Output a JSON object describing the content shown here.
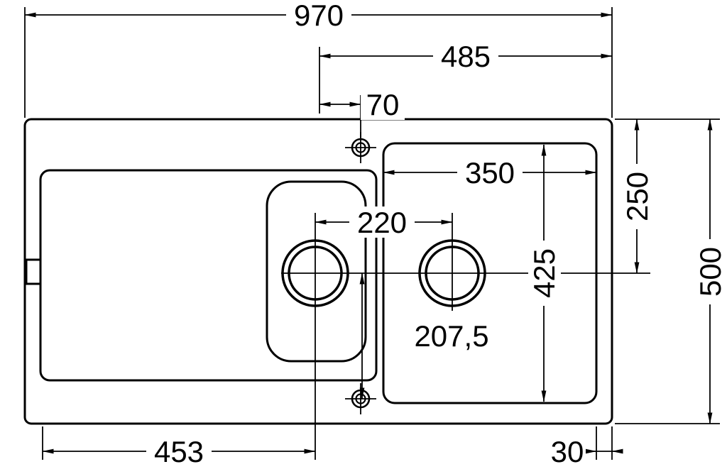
{
  "drawing": {
    "subject": "double-bowl sink with drainer, dimensioned top view",
    "background_color": "#ffffff",
    "line_color": "#000000"
  },
  "dims": {
    "overall_width": "970",
    "half_width": "485",
    "tap_offset": "70",
    "bowl_width": "350",
    "top_edge_to_centerline": "250",
    "overall_depth": "500",
    "drain_spacing": "220",
    "bowl_length": "425",
    "centerline_to_tap": "207,5",
    "left_edge_to_drain": "453",
    "bowl_to_right_edge": "30"
  }
}
